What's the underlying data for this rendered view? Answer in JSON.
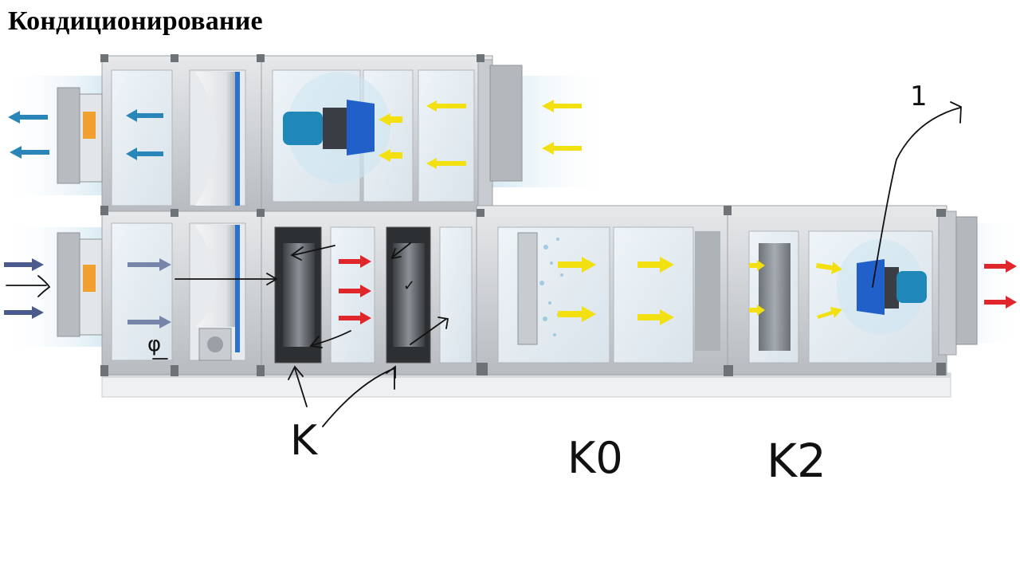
{
  "slide": {
    "title": "Кондиционирование"
  },
  "annotations": {
    "label_k": "K",
    "label_k0": "K0",
    "label_k2": "K2",
    "label_phi": "φ",
    "label_1": "1",
    "label_check": "✓"
  },
  "colors": {
    "exhaust_arrow": "#2a86b8",
    "intake_arrow": "#4a5a8c",
    "warm_arrow": "#e0262b",
    "fresh_arrow": "#f2e010",
    "motor_blue": "#2060c8",
    "frame_gray": "#bfc3c7"
  }
}
